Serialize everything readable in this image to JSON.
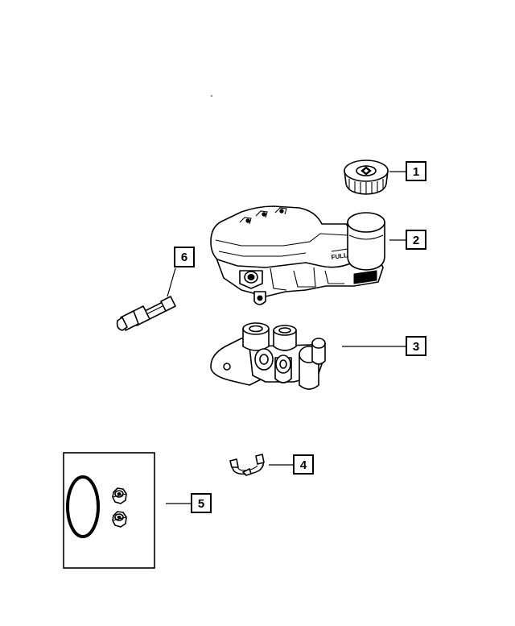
{
  "callouts": [
    {
      "id": "1",
      "label": "1"
    },
    {
      "id": "2",
      "label": "2"
    },
    {
      "id": "3",
      "label": "3"
    },
    {
      "id": "4",
      "label": "4"
    },
    {
      "id": "5",
      "label": "5"
    },
    {
      "id": "6",
      "label": "6"
    }
  ],
  "reservoir_marking": "FULL"
}
